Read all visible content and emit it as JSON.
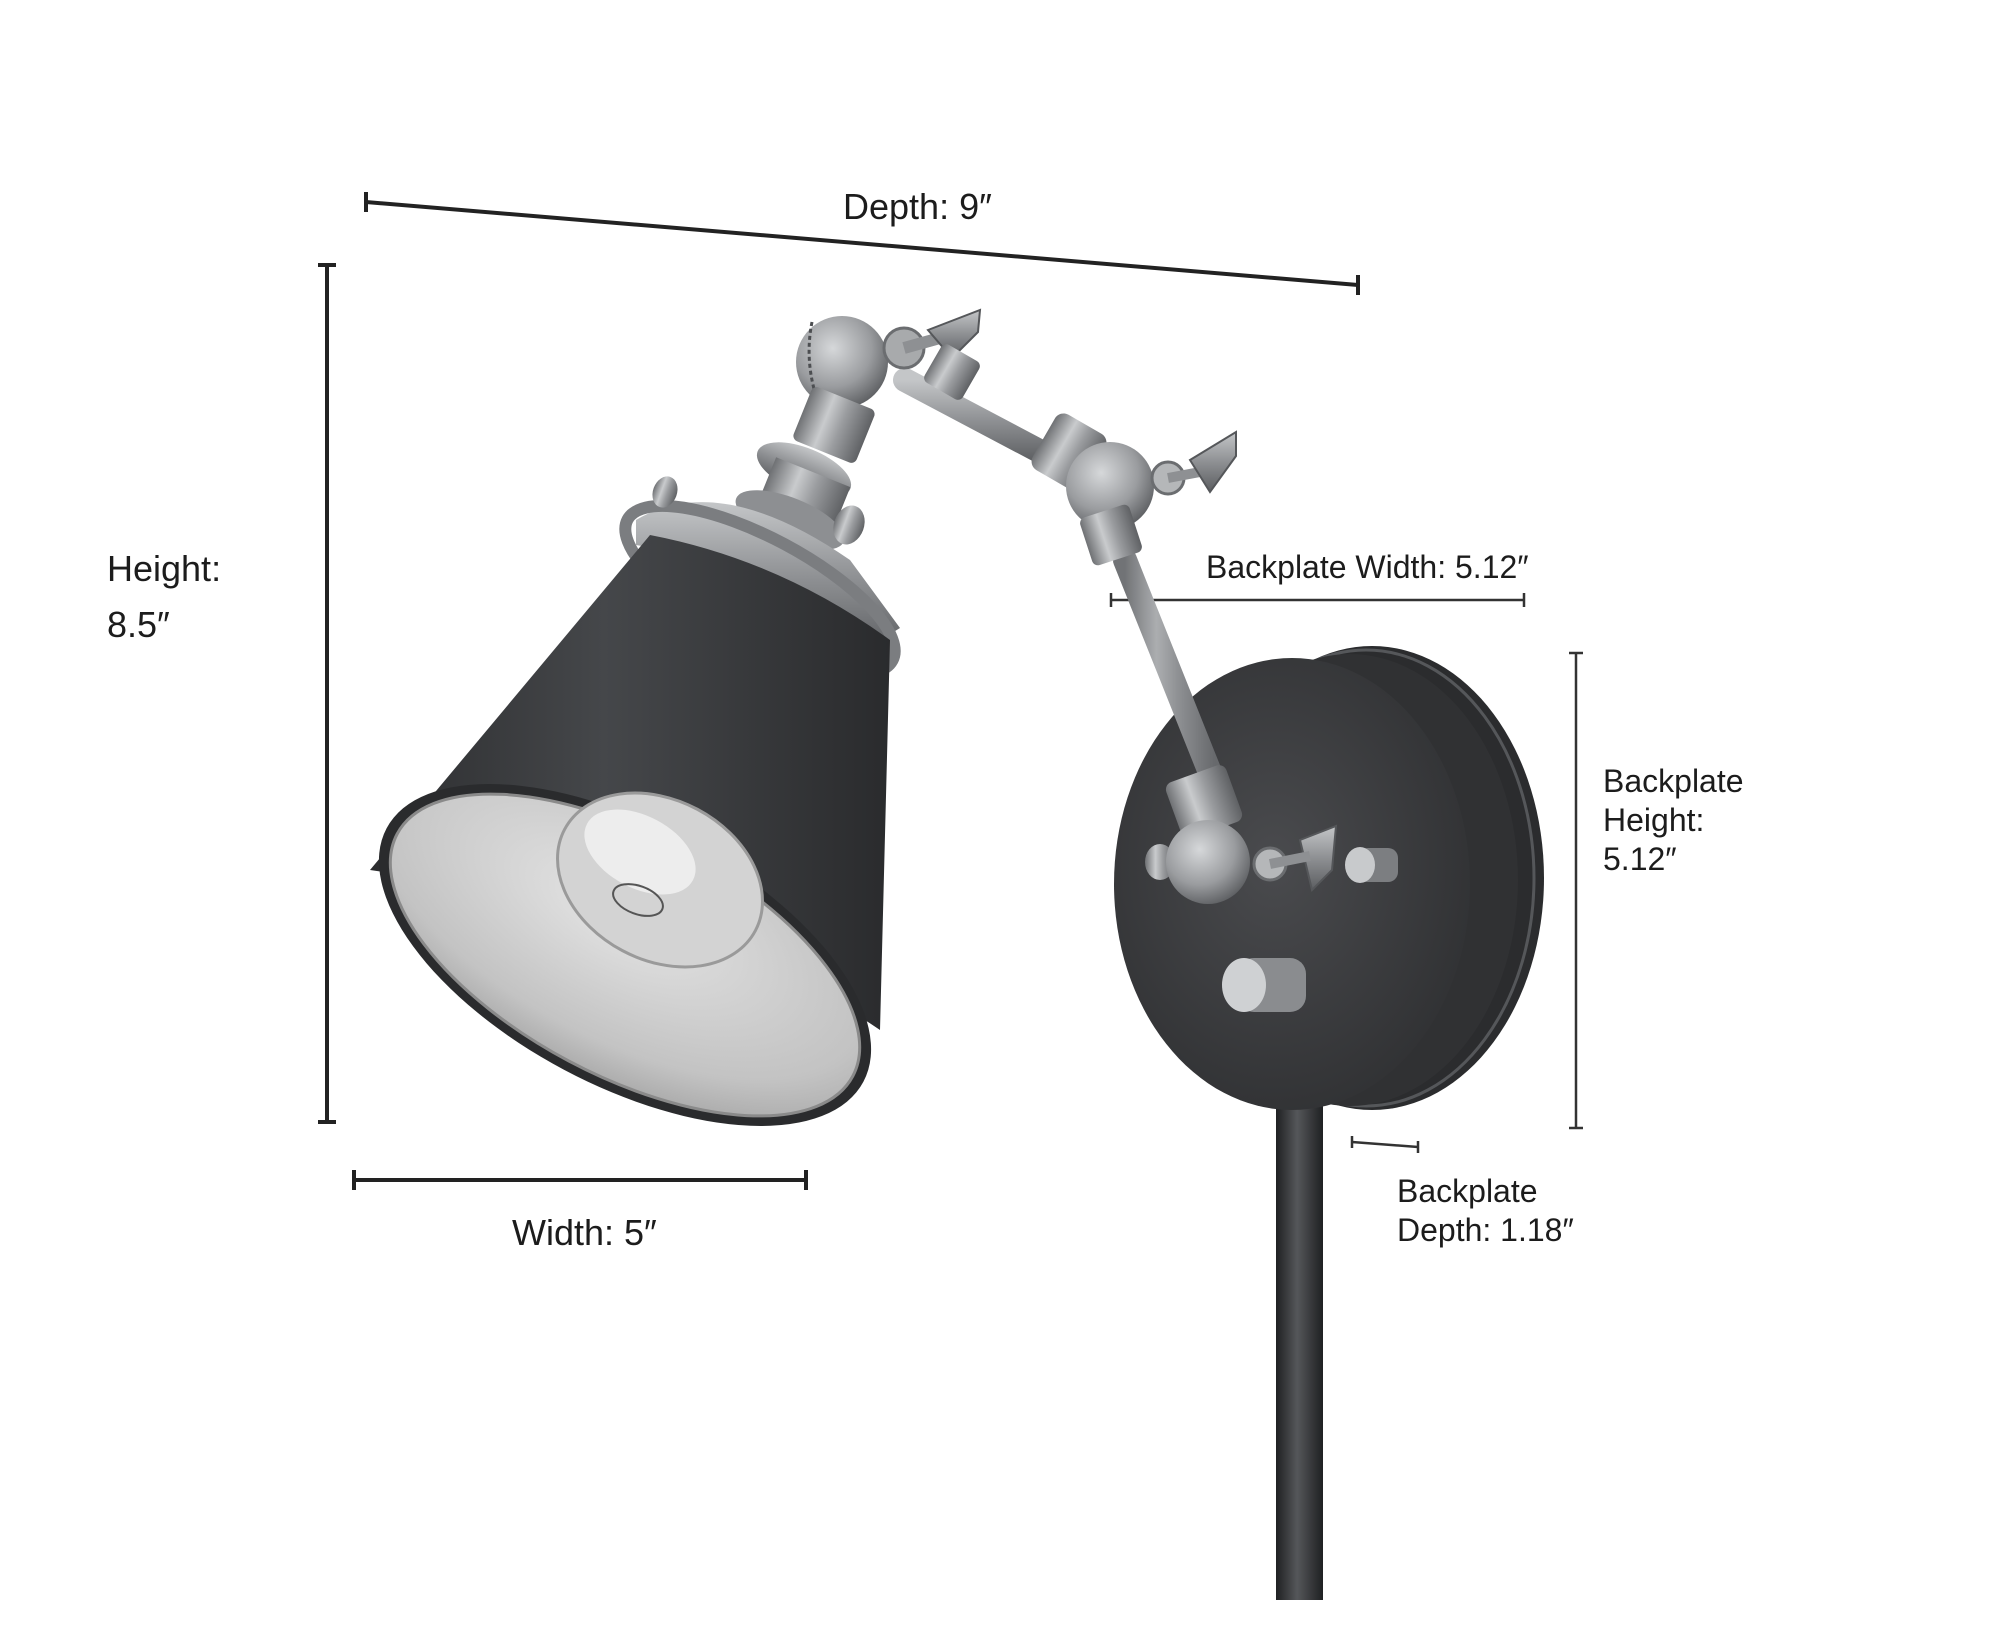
{
  "figure": {
    "subject": "Plug-in swing-arm wall sconce with cone shade",
    "colors": {
      "background": "#ffffff",
      "dimension_line": "#222222",
      "shade_black": "#3a3b3d",
      "shade_interior": "#c9c9c9",
      "brushed_nickel": "#a9abad",
      "backplate_black": "#333436",
      "cord_black": "#2e2f31",
      "label_text": "#1c1c1c"
    }
  },
  "dimensions": {
    "depth": {
      "label": "Depth: 9″",
      "value": 9,
      "unit": "in"
    },
    "height": {
      "label_line1": "Height:",
      "label_line2": "8.5″",
      "value": 8.5,
      "unit": "in"
    },
    "width": {
      "label": "Width: 5″",
      "value": 5,
      "unit": "in"
    },
    "backplate_width": {
      "label": "Backplate Width: 5.12″",
      "value": 5.12,
      "unit": "in"
    },
    "backplate_height": {
      "label_line1": "Backplate",
      "label_line2": "Height:",
      "label_line3": "5.12″",
      "value": 5.12,
      "unit": "in"
    },
    "backplate_depth": {
      "label_line1": "Backplate",
      "label_line2": "Depth: 1.18″",
      "value": 1.18,
      "unit": "in"
    }
  }
}
